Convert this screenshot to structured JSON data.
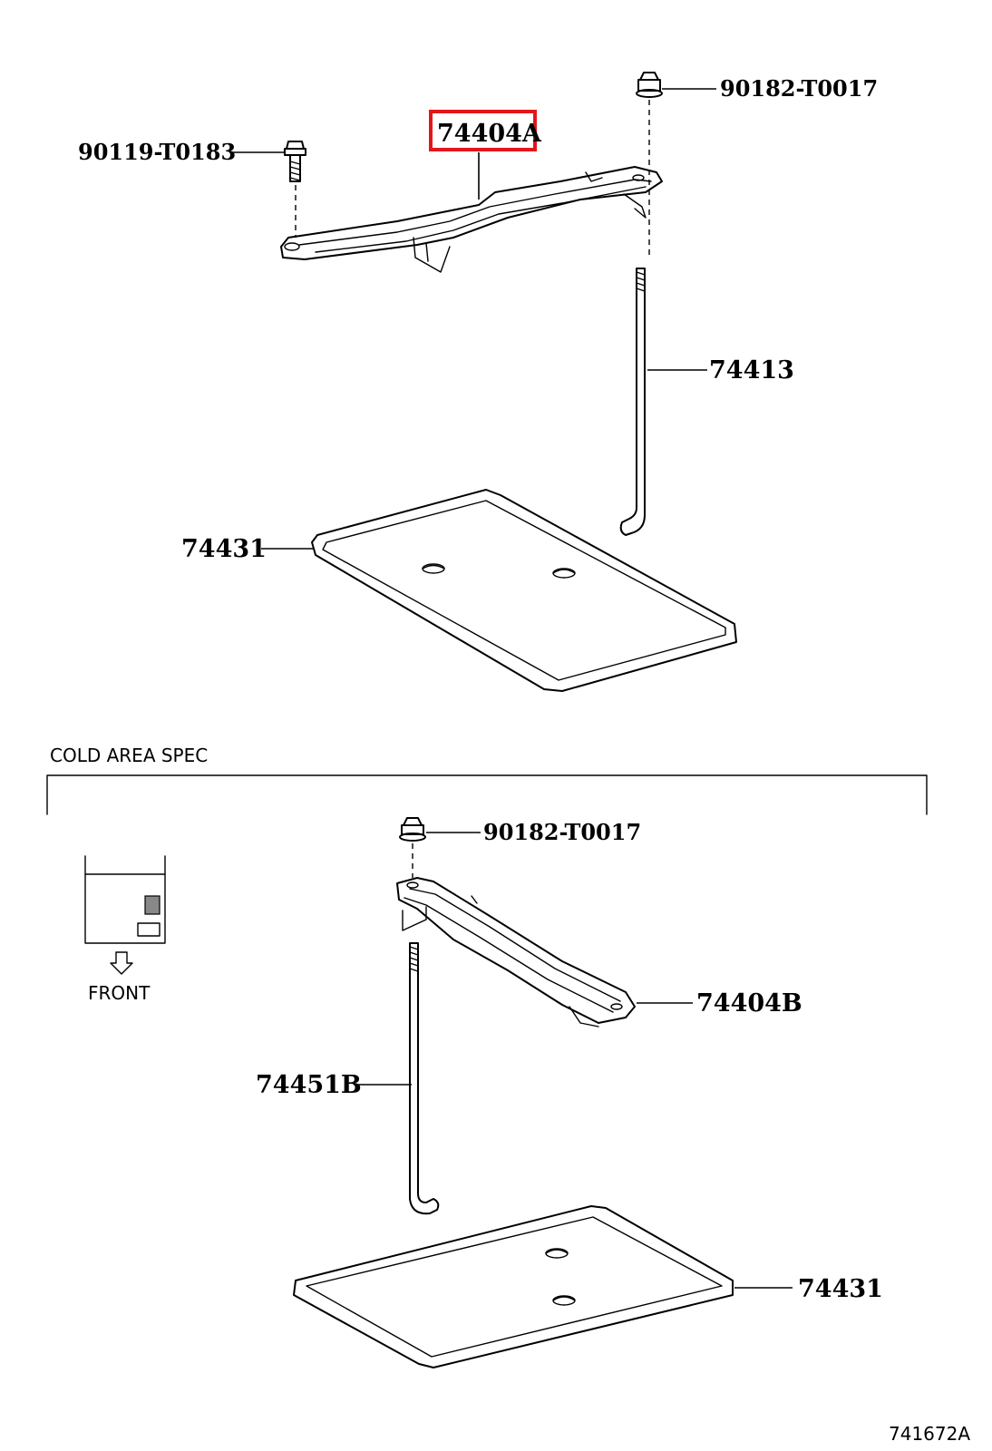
{
  "labels": {
    "upper_clamp_bolt": "90119-T0183",
    "upper_nut": "90182-T0017",
    "upper_clamp": "74404A",
    "upper_rod": "74413",
    "upper_tray": "74431",
    "section_title": "COLD AREA SPEC",
    "lower_nut": "90182-T0017",
    "front_label": "FRONT",
    "lower_clamp": "74404B",
    "lower_rod": "74451B",
    "lower_tray": "74431",
    "diagram_id": "741672A"
  },
  "colors": {
    "highlight": "#e3161b",
    "ink": "#000000",
    "background": "#ffffff"
  },
  "icons": {
    "front_arrow": "down-arrow-icon",
    "bolt": "bolt-icon",
    "nut": "flange-nut-icon"
  }
}
